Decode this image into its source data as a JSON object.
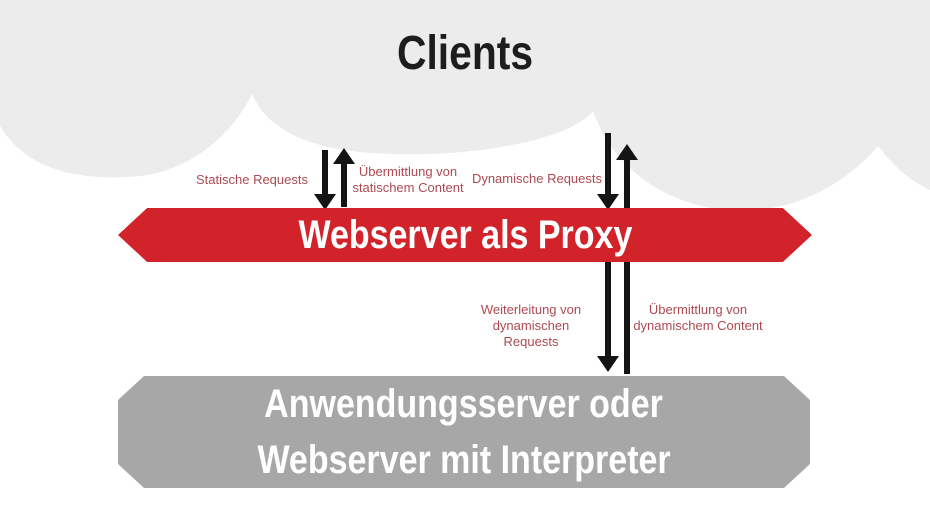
{
  "title": "Clients",
  "proxy_banner": {
    "label": "Webserver als Proxy"
  },
  "app_banner": {
    "line1": "Anwendungsserver oder",
    "line2": "Webserver mit Interpreter"
  },
  "labels": {
    "static_requests": "Statische Requests",
    "static_content_line1": "Übermittlung von",
    "static_content_line2": "statischem Content",
    "dynamic_requests": "Dynamische Requests",
    "forward_line1": "Weiterleitung von",
    "forward_line2": "dynamischen Requests",
    "dynamic_content_line1": "Übermittlung von",
    "dynamic_content_line2": "dynamischem Content"
  },
  "colors": {
    "proxy_banner_red": "#d2232b",
    "app_banner_gray": "#a7a7a7",
    "cloud_gray": "#ececec",
    "label_red": "#ad4a50",
    "arrow_black": "#141414",
    "title_dark": "#1d1d1d",
    "background": "#ffffff"
  }
}
